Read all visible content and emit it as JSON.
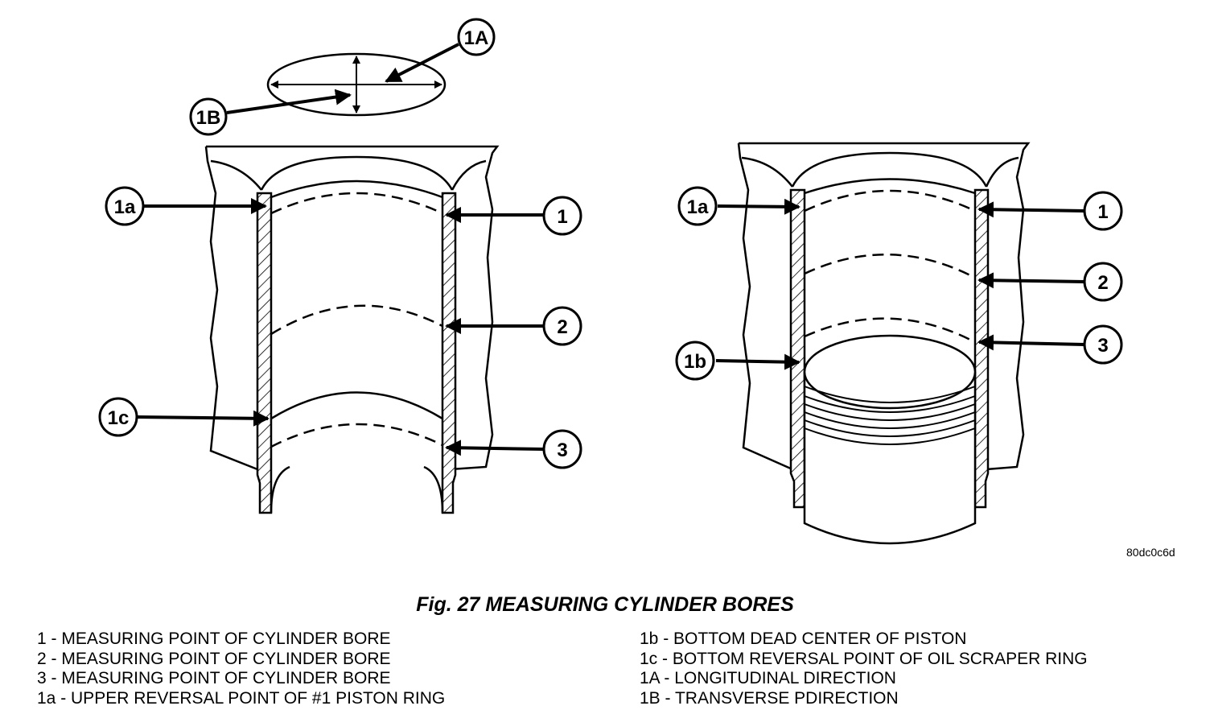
{
  "figure": {
    "code": "80dc0c6d",
    "caption": "Fig. 27 MEASURING CYLINDER BORES",
    "ellipse_callouts": [
      "1A",
      "1B"
    ],
    "left_bore_callouts": [
      "1a",
      "1c",
      "1",
      "2",
      "3"
    ],
    "right_bore_callouts": [
      "1a",
      "1b",
      "1",
      "2",
      "3"
    ]
  },
  "legend": {
    "left": [
      "1 - MEASURING POINT OF CYLINDER BORE",
      "2 - MEASURING POINT OF CYLINDER BORE",
      "3 - MEASURING POINT OF CYLINDER BORE",
      "1a - UPPER REVERSAL POINT OF #1 PISTON RING"
    ],
    "right": [
      "1b - BOTTOM DEAD CENTER OF PISTON",
      "1c - BOTTOM REVERSAL POINT OF OIL SCRAPER RING",
      "1A - LONGITUDINAL DIRECTION",
      "1B - TRANSVERSE PDIRECTION"
    ]
  }
}
